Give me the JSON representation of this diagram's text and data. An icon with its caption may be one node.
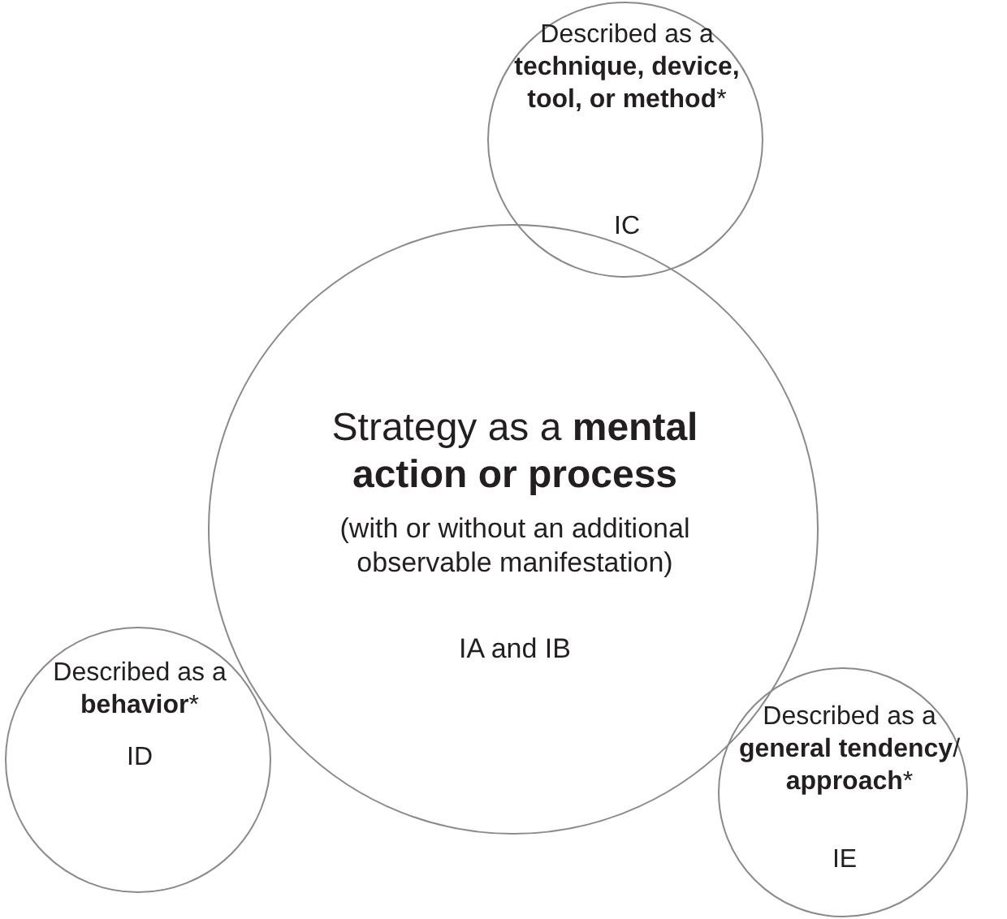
{
  "diagram": {
    "nodes": [
      {
        "text": [
          "Described as a **technique, device, tool, or method***",
          "IC"
        ]
      },
      {
        "text": [
          "Strategy as a **mental action or process**",
          "(with or without an additional observable manifestation)",
          "IA and IB"
        ]
      },
      {
        "text": [
          "Described as a **behavior***",
          "ID"
        ]
      },
      {
        "text": [
          "Described as a **general tendency**/ **approach***",
          "IE"
        ]
      }
    ]
  }
}
